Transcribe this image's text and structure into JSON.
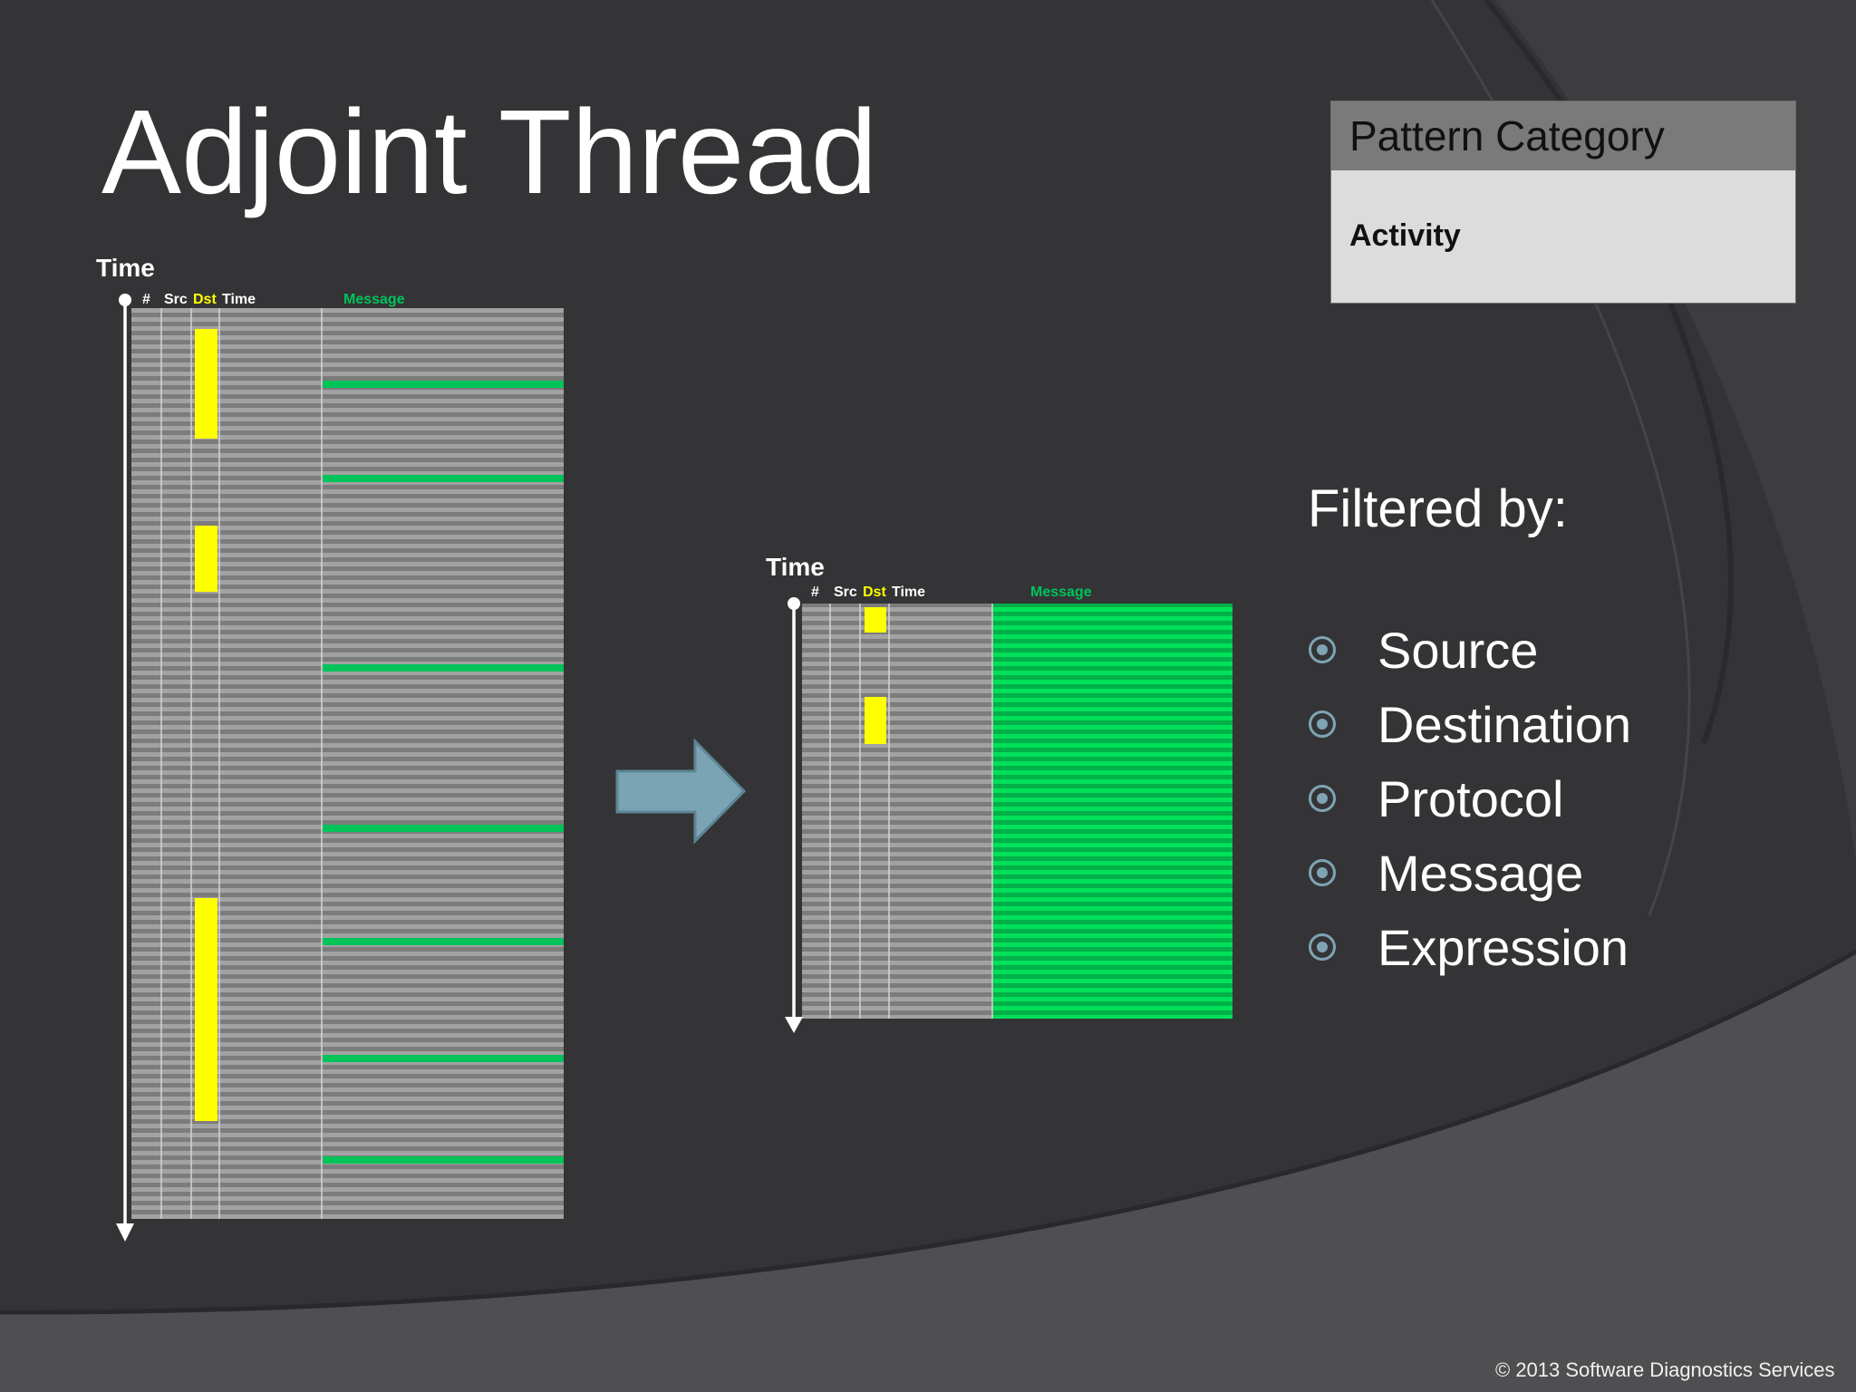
{
  "slide": {
    "title": "Adjoint Thread",
    "copyright": "© 2013 Software Diagnostics Services"
  },
  "pattern_category": {
    "header": "Pattern Category",
    "value": "Activity"
  },
  "filter": {
    "label": "Filtered by:",
    "items": [
      "Source",
      "Destination",
      "Protocol",
      "Message",
      "Expression"
    ]
  },
  "diagrams": {
    "axis_label": "Time",
    "columns": {
      "num": "#",
      "src": "Src",
      "dst": "Dst",
      "time": "Time",
      "message": "Message"
    }
  },
  "colors": {
    "background": "#343436",
    "trace_stripe_light": "#a2a2a2",
    "trace_stripe_dark": "#7c7c7c",
    "highlight_yellow": "#ffff00",
    "message_green": "#00c35a",
    "filtered_green": "#00e05a",
    "arrow": "#7aa3b3"
  },
  "icons": {
    "bullet": "ring-dot-bullet-icon",
    "arrow": "right-arrow-icon"
  }
}
